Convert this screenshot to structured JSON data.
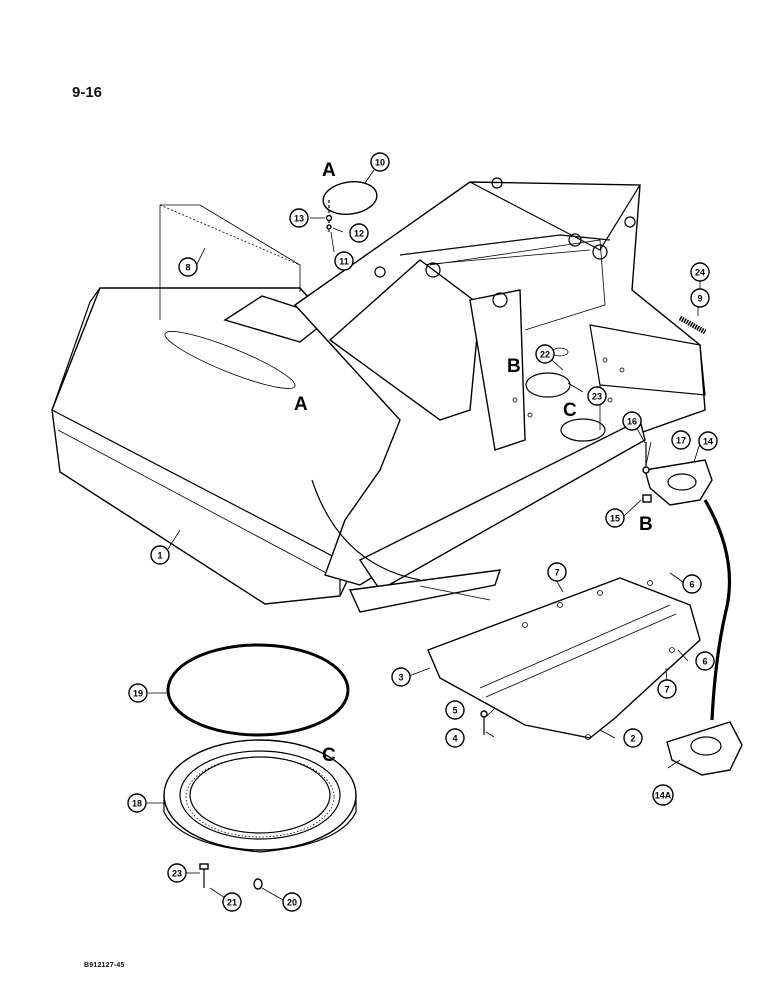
{
  "page_number": "9-16",
  "figure_code": "B912127-45",
  "reference_letters": [
    "A",
    "A",
    "B",
    "B",
    "C",
    "C"
  ],
  "callouts": [
    "1",
    "2",
    "3",
    "4",
    "5",
    "6",
    "6",
    "7",
    "7",
    "8",
    "9",
    "10",
    "11",
    "12",
    "13",
    "14",
    "14A",
    "15",
    "16",
    "17",
    "18",
    "19",
    "20",
    "21",
    "22",
    "23",
    "23",
    "24"
  ],
  "colors": {
    "ink": "#000000",
    "paper": "#ffffff"
  }
}
